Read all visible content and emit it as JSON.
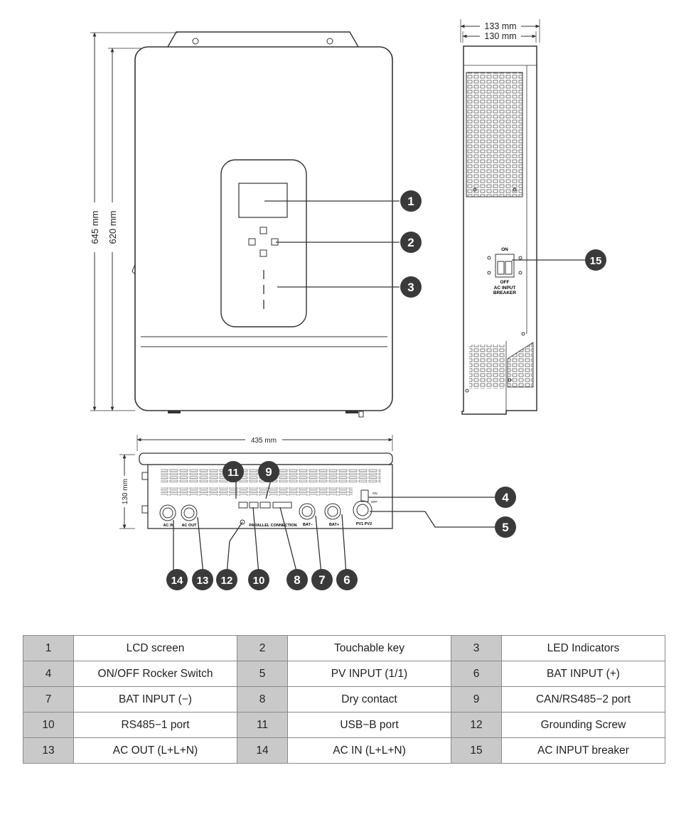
{
  "dimensions": {
    "side_outer": "133 mm",
    "side_inner": "130 mm",
    "front_total_height": "645 mm",
    "front_body_height": "620 mm",
    "bottom_width": "435 mm",
    "bottom_depth": "130 mm"
  },
  "panel_labels": {
    "breaker_on": "ON",
    "breaker_off": "OFF",
    "breaker_name_1": "AC INPUT",
    "breaker_name_2": "BREAKER",
    "ac_in": "AC IN",
    "ac_out": "AC OUT",
    "parallel": "PARALLEL CONNECTION",
    "bat_minus": "BAT−",
    "bat_plus": "BAT+",
    "pv": "PV1  PV2",
    "switch_on": "ON",
    "switch_off": "OFF"
  },
  "callouts": [
    "1",
    "2",
    "3",
    "4",
    "5",
    "6",
    "7",
    "8",
    "9",
    "10",
    "11",
    "12",
    "13",
    "14",
    "15"
  ],
  "colors": {
    "callout": "#3a3a3a",
    "table_header": "#c9c9c9",
    "line": "#333333"
  },
  "table": [
    [
      {
        "n": "1",
        "label": "LCD screen"
      },
      {
        "n": "2",
        "label": "Touchable key"
      },
      {
        "n": "3",
        "label": "LED Indicators"
      }
    ],
    [
      {
        "n": "4",
        "label": "ON/OFF Rocker Switch"
      },
      {
        "n": "5",
        "label": "PV INPUT (1/1)"
      },
      {
        "n": "6",
        "label": "BAT INPUT (+)"
      }
    ],
    [
      {
        "n": "7",
        "label": "BAT INPUT (−)"
      },
      {
        "n": "8",
        "label": "Dry contact"
      },
      {
        "n": "9",
        "label": "CAN/RS485−2 port"
      }
    ],
    [
      {
        "n": "10",
        "label": "RS485−1 port"
      },
      {
        "n": "11",
        "label": "USB−B port"
      },
      {
        "n": "12",
        "label": "Grounding Screw"
      }
    ],
    [
      {
        "n": "13",
        "label": "AC OUT (L+L+N)"
      },
      {
        "n": "14",
        "label": "AC IN (L+L+N)"
      },
      {
        "n": "15",
        "label": "AC INPUT breaker"
      }
    ]
  ]
}
